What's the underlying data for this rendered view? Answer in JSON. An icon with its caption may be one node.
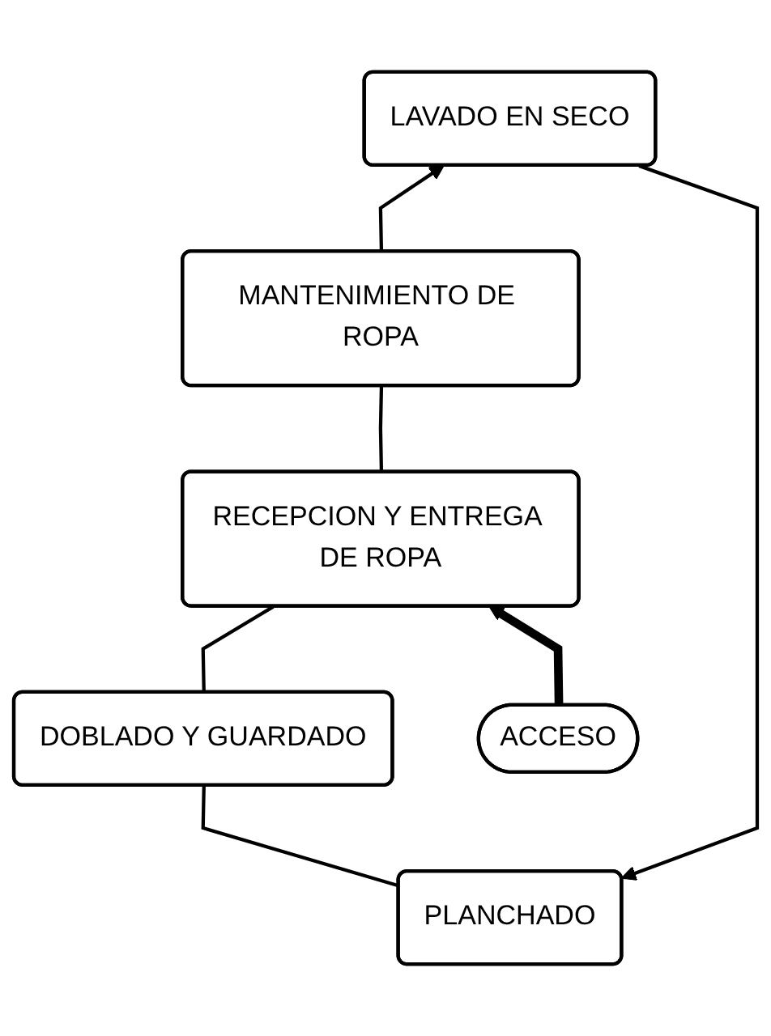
{
  "diagram": {
    "nodes": [
      {
        "text": [
          "PLANCHADO"
        ]
      },
      {
        "text": [
          "DOBLADO Y GUARDADO"
        ]
      },
      {
        "text": [
          "LAVADO EN SECO"
        ]
      },
      {
        "text": [
          "RECEPCION Y ENTREGA DE ROPA"
        ]
      },
      {
        "text": [
          "MANTENIMIENTO DE ROPA"
        ]
      },
      {
        "text": [
          "ACCESO"
        ]
      }
    ],
    "edges": [
      {
        "from": 0,
        "to": 1,
        "arrow": "none"
      },
      {
        "from": 1,
        "to": 3,
        "arrow": "none"
      },
      {
        "from": 3,
        "to": 4,
        "arrow": "none"
      },
      {
        "from": 4,
        "to": 2,
        "arrow": "to"
      },
      {
        "from": 2,
        "to": 0,
        "arrow": "to"
      },
      {
        "from": 5,
        "to": 3,
        "arrow": "to",
        "style": "thick"
      }
    ]
  }
}
